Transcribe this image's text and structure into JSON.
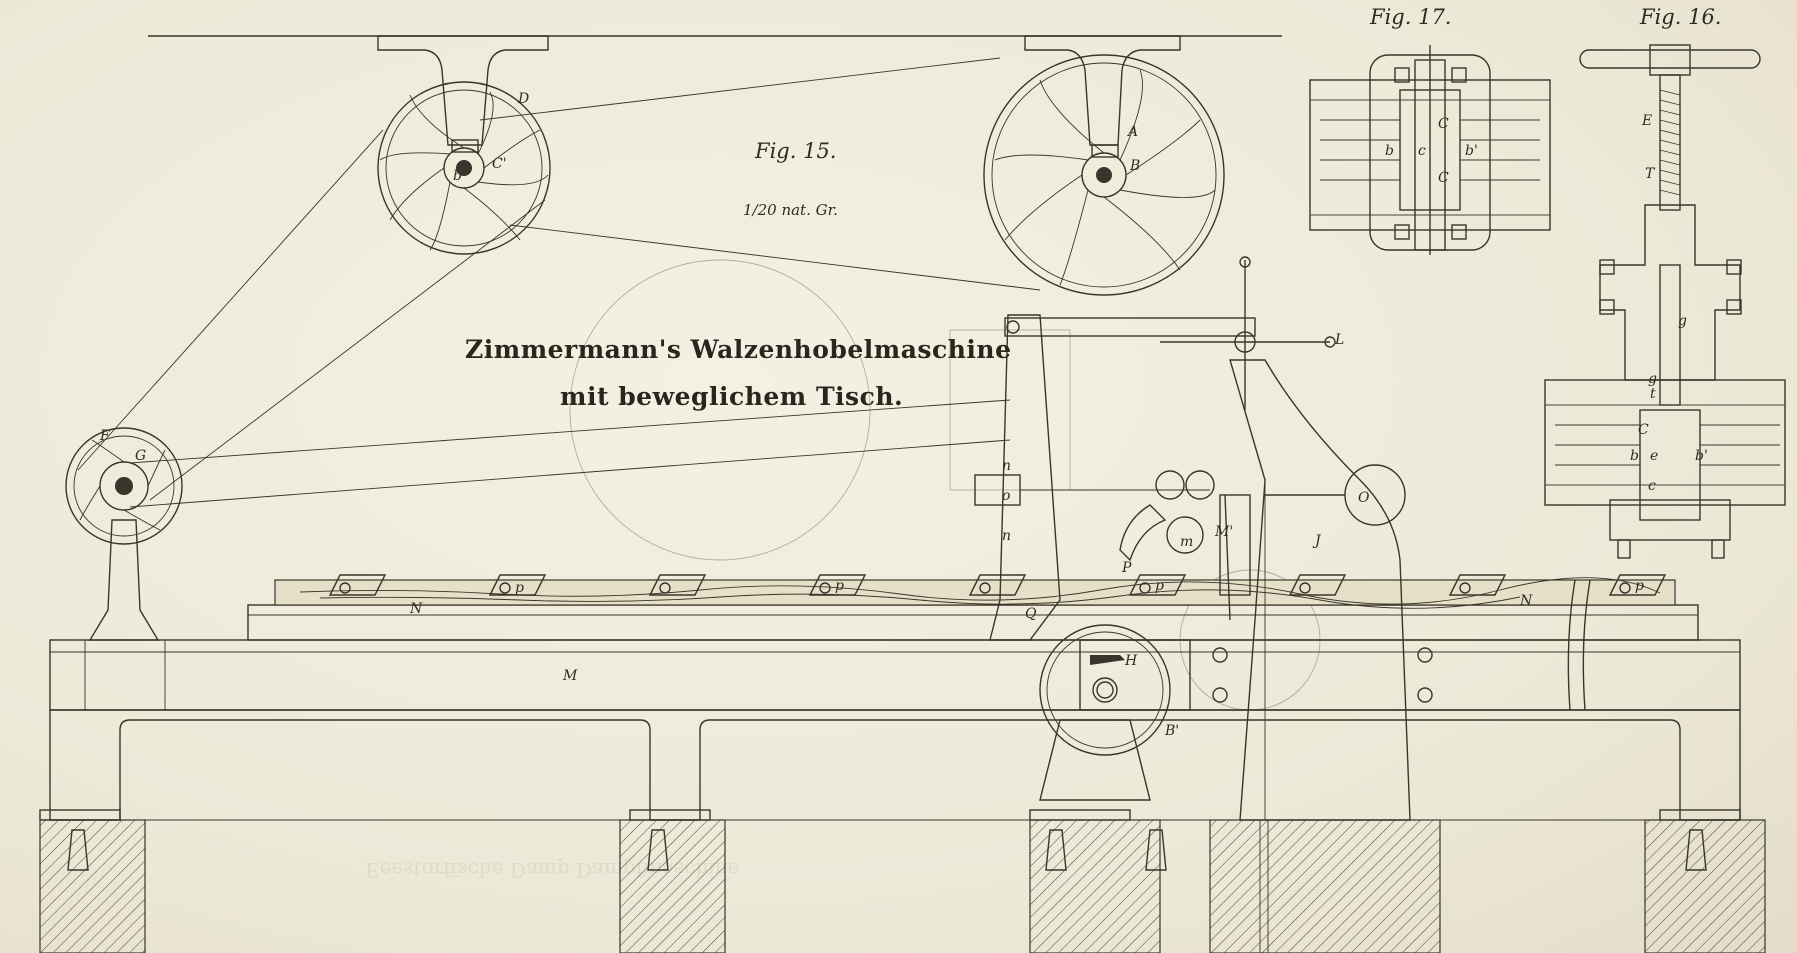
{
  "plate": {
    "fig15_label": "Fig. 15.",
    "fig15_scale": "1/20 nat. Gr.",
    "fig16_label": "Fig. 16.",
    "fig17_label": "Fig. 17.",
    "title_line1": "Zimmermann's Walzenhobelmaschine",
    "title_line2": "mit beweglichem Tisch.",
    "bleed_through_text": "Eeestorffsche Damp Dampfmaschine"
  },
  "letters": {
    "D": "D",
    "C1": "C'",
    "b1": "b",
    "A": "A",
    "B": "B",
    "F": "F",
    "G": "G",
    "L": "L",
    "n1": "n",
    "o1": "o",
    "n2": "n",
    "P": "P",
    "m": "m",
    "M1": "M'",
    "O": "O",
    "J": "J",
    "N1": "N",
    "N2": "N",
    "M": "M",
    "Q": "Q",
    "H": "H",
    "B1": "B'",
    "p1": "p",
    "p2": "p",
    "p3": "p",
    "p4": "p",
    "E": "E",
    "T": "T",
    "g1": "g",
    "g2": "g",
    "t": "t",
    "C": "C",
    "b2": "b",
    "e2": "e",
    "b3": "b'",
    "c2": "c",
    "b4": "b",
    "c3": "c",
    "C2": "C",
    "C3": "C",
    "b5": "b'"
  },
  "colors": {
    "ink": "#3a352c",
    "paper": "#efecdc"
  }
}
